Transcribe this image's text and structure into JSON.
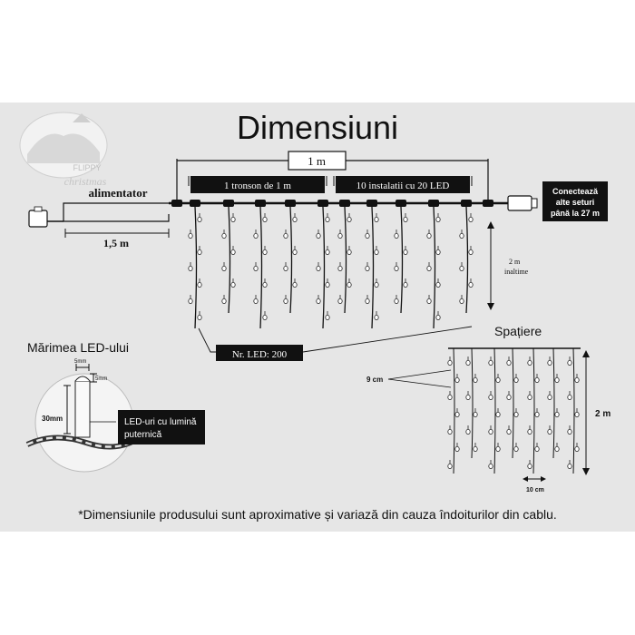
{
  "title": "Dimensiuni",
  "logo": {
    "brand_top": "FLIPPY",
    "brand_bottom": "christmas"
  },
  "labels": {
    "one_meter": "1 m",
    "segment": "1 tronson de 1 m",
    "installs": "10 instalatii cu 20 LED",
    "connect": [
      "Conectează",
      "alte seturi",
      "până la 27 m"
    ],
    "power": "alimentator",
    "cable_len": "1,5 m",
    "height": "2 m",
    "height_sub": "inaltime",
    "led_count": "Nr. LED:  200",
    "led_size_title": "Mărimea LED-ului",
    "led_w": "5mm",
    "led_d": "5mm",
    "led_h": "30mm",
    "bright": [
      "LED-uri cu lumină",
      "puternică"
    ],
    "spacing_title": "Spațiere",
    "spacing_v": "9 cm",
    "spacing_h": "10 cm",
    "spacing_height": "2 m",
    "footnote": "*Dimensiunile produsului sunt aproximative și variază din cauza îndoiturilor din cablu."
  },
  "colors": {
    "panel": "#e6e6e6",
    "ink": "#111111",
    "box": "#111111"
  }
}
